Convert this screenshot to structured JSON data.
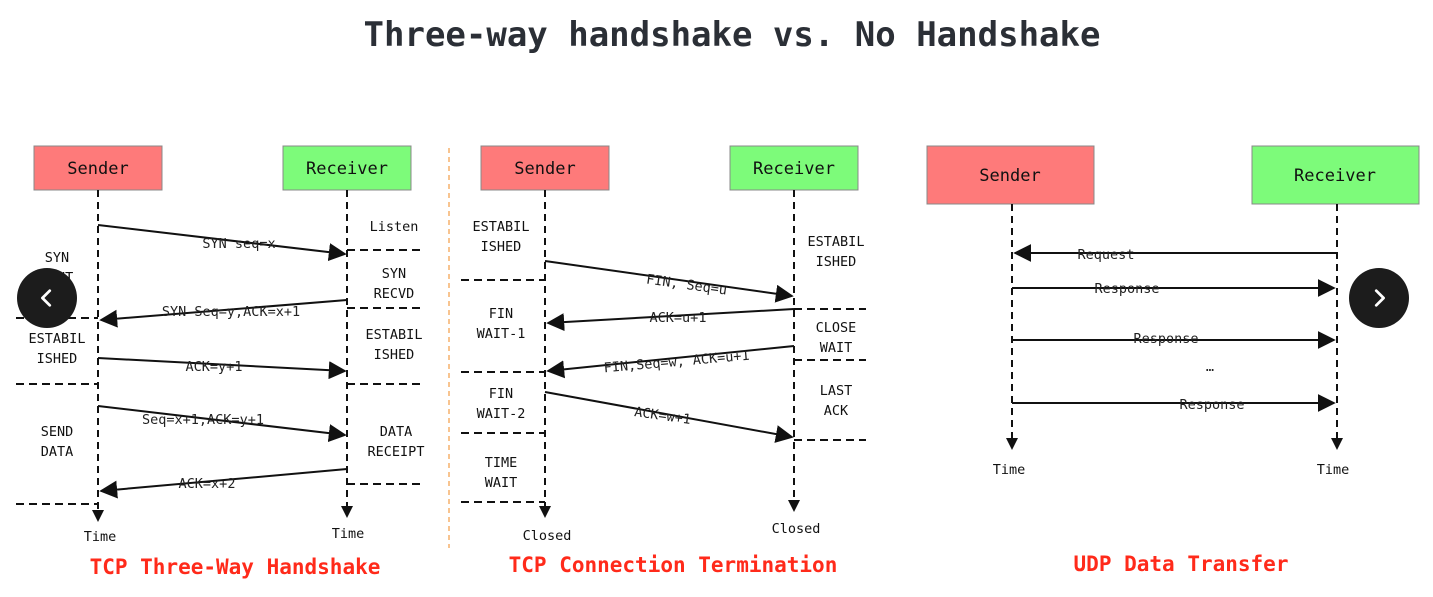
{
  "title": "Three-way handshake vs. No Handshake",
  "colors": {
    "sender": "#fe7a7a",
    "receiver": "#7dfb7a",
    "caption": "#ff2a1a",
    "divider": "#f5b16b"
  },
  "panels": {
    "tcp_handshake": {
      "caption": "TCP Three-Way Handshake",
      "sender": "Sender",
      "receiver": "Receiver",
      "sender_time": "Time",
      "receiver_time": "Time",
      "sender_states": [
        [
          "SYN",
          "SENT"
        ],
        [
          "ESTABIL",
          "ISHED"
        ],
        [
          "SEND",
          "DATA"
        ]
      ],
      "receiver_states": [
        [
          "Listen"
        ],
        [
          "SYN",
          "RECVD"
        ],
        [
          "ESTABIL",
          "ISHED"
        ],
        [
          "DATA",
          "RECEIPT"
        ]
      ],
      "messages": [
        "SYN seq=x",
        "SYN Seq=y,ACK=x+1",
        "ACK=y+1",
        "Seq=x+1,ACK=y+1",
        "ACK=x+2"
      ]
    },
    "tcp_termination": {
      "caption": "TCP Connection Termination",
      "sender": "Sender",
      "receiver": "Receiver",
      "sender_end": "Closed",
      "receiver_end": "Closed",
      "sender_states": [
        [
          "ESTABIL",
          "ISHED"
        ],
        [
          "FIN",
          "WAIT-1"
        ],
        [
          "FIN",
          "WAIT-2"
        ],
        [
          "TIME",
          "WAIT"
        ]
      ],
      "receiver_states": [
        [
          "ESTABIL",
          "ISHED"
        ],
        [
          "CLOSE",
          "WAIT"
        ],
        [
          "LAST",
          "ACK"
        ]
      ],
      "messages": [
        "FIN, Seq=u",
        "ACK=u+1",
        "FIN,Seq=w, ACK=u+1",
        "ACK=w+1"
      ]
    },
    "udp": {
      "caption": "UDP Data Transfer",
      "sender": "Sender",
      "receiver": "Receiver",
      "sender_time": "Time",
      "receiver_time": "Time",
      "messages": [
        "Request",
        "Response",
        "Response",
        "Response"
      ],
      "ellipsis": "…"
    }
  },
  "nav": {
    "prev_icon": "chevron-left-icon",
    "next_icon": "chevron-right-icon"
  }
}
